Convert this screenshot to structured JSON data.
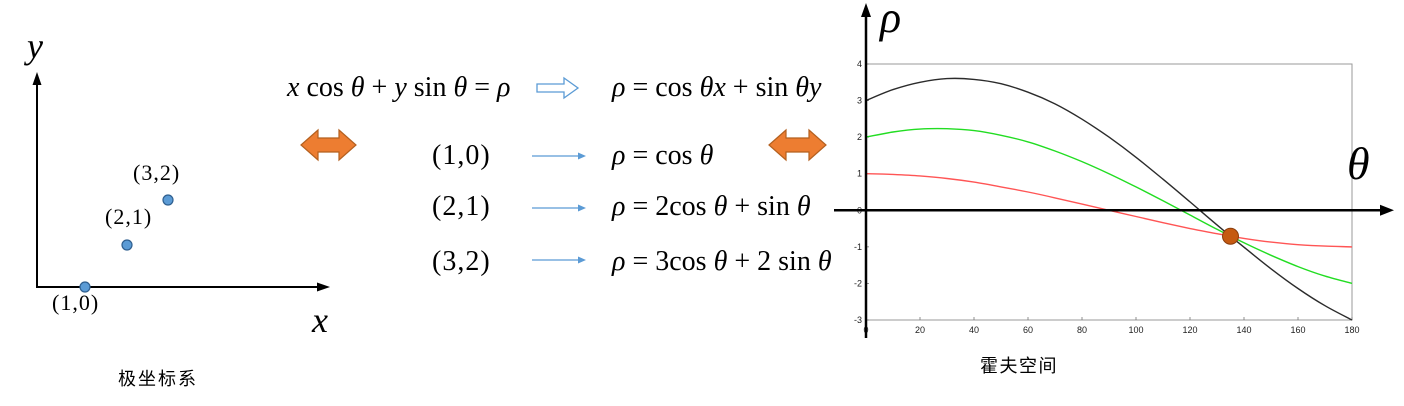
{
  "cartesian": {
    "y_axis_label": "y",
    "x_axis_label": "x",
    "points": [
      "(1,0)",
      "(2,1)",
      "(3,2)"
    ],
    "caption": "极坐标系"
  },
  "equations": {
    "general": "x cos θ + y sin θ = ρ",
    "rewritten": "ρ = cos θx + sin θy",
    "rows": [
      {
        "point": "(1,0)",
        "curve": "ρ = cos θ"
      },
      {
        "point": "(2,1)",
        "curve": "ρ = 2cos θ + sin θ"
      },
      {
        "point": "(3,2)",
        "curve": "ρ = 3cos θ + 2 sin θ"
      }
    ]
  },
  "hough": {
    "caption": "霍夫空间"
  },
  "colors": {
    "double_arrow_fill": "#ed7d31",
    "double_arrow_border": "#b4601f",
    "blue_arrow": "#5b9bd5",
    "point_fill": "#5b9bd5",
    "point_border": "#2f5f8f"
  },
  "icons": {
    "equivalence": "double-headed-arrow-icon",
    "rewrite": "hollow-right-arrow-icon",
    "maps_to": "right-arrow-icon"
  },
  "chart_data": {
    "type": "line",
    "xlabel": "θ",
    "ylabel": "ρ",
    "xlim": [
      0,
      180
    ],
    "ylim": [
      -3,
      4
    ],
    "xticks": [
      0,
      20,
      40,
      60,
      80,
      100,
      120,
      140,
      160,
      180
    ],
    "yticks": [
      4,
      3,
      2,
      1,
      0,
      -1,
      -2,
      -3
    ],
    "grid": false,
    "x": [
      0,
      10,
      20,
      30,
      40,
      50,
      60,
      70,
      80,
      90,
      100,
      110,
      120,
      130,
      140,
      150,
      160,
      170,
      180
    ],
    "series": [
      {
        "color": "#2b2b2b",
        "values": [
          3,
          3.3,
          3.5,
          3.6,
          3.58,
          3.46,
          3.23,
          2.91,
          2.49,
          2.0,
          1.45,
          0.85,
          0.23,
          -0.4,
          -1.01,
          -1.6,
          -2.14,
          -2.61,
          -3
        ]
      },
      {
        "color": "#22dd22",
        "values": [
          2,
          2.14,
          2.22,
          2.23,
          2.18,
          2.05,
          1.87,
          1.62,
          1.33,
          1.0,
          0.64,
          0.26,
          -0.13,
          -0.52,
          -0.89,
          -1.23,
          -1.54,
          -1.8,
          -2
        ]
      },
      {
        "color": "#ff5555",
        "values": [
          1,
          0.98,
          0.94,
          0.87,
          0.77,
          0.64,
          0.5,
          0.34,
          0.17,
          0.0,
          -0.17,
          -0.34,
          -0.5,
          -0.64,
          -0.77,
          -0.87,
          -0.94,
          -0.98,
          -1
        ]
      }
    ],
    "intersection": {
      "x": 135,
      "y": -0.71,
      "color": "#c55a11"
    }
  }
}
